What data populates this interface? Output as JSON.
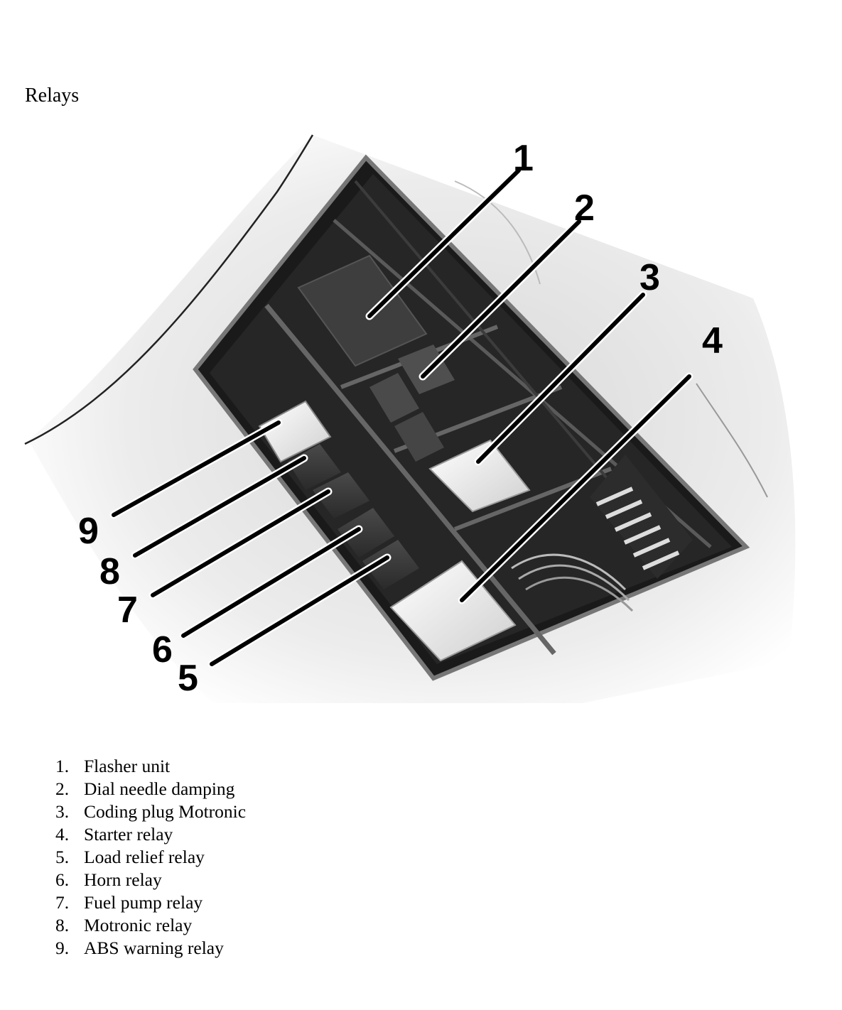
{
  "heading": "Relays",
  "callouts": [
    "1",
    "2",
    "3",
    "4",
    "5",
    "6",
    "7",
    "8",
    "9"
  ],
  "legend": [
    {
      "num": "1.",
      "label": "Flasher unit"
    },
    {
      "num": "2.",
      "label": "Dial needle damping"
    },
    {
      "num": "3.",
      "label": "Coding plug Motronic"
    },
    {
      "num": "4.",
      "label": "Starter relay"
    },
    {
      "num": "5.",
      "label": "Load relief relay"
    },
    {
      "num": "6.",
      "label": "Horn relay"
    },
    {
      "num": "7.",
      "label": "Fuel pump relay"
    },
    {
      "num": "8.",
      "label": "Motronic relay"
    },
    {
      "num": "9.",
      "label": "ABS warning relay"
    }
  ]
}
